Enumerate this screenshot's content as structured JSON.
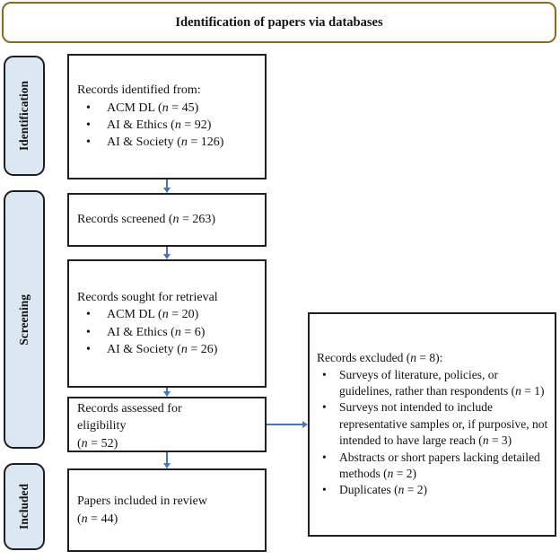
{
  "palette": {
    "accent_blue": "#4472C4",
    "sidebar_fill": "#DBE7F3",
    "banner_border": "#8A6D1C",
    "box_border": "#1F1F1F"
  },
  "banner": {
    "title": "Identification of papers via databases"
  },
  "sidebar": {
    "stages": [
      {
        "label": "Identification"
      },
      {
        "label": "Screening"
      },
      {
        "label": "Included"
      }
    ]
  },
  "flow": {
    "identified": {
      "title": "Records identified from:",
      "items": [
        "ACM DL (n = 45)",
        "AI & Ethics (n = 92)",
        "AI & Society (n = 126)"
      ]
    },
    "screened": {
      "text": "Records screened (n = 263)"
    },
    "sought": {
      "title": "Records sought for retrieval",
      "items": [
        "ACM DL (n = 20)",
        "AI & Ethics (n = 6)",
        "AI & Society (n = 26)"
      ]
    },
    "assessed": {
      "lines": [
        "Records assessed for",
        "eligibility",
        "(n = 52)"
      ]
    },
    "included": {
      "lines": [
        "Papers included in review",
        "(n = 44)"
      ]
    }
  },
  "excluded": {
    "title": "Records excluded (n = 8):",
    "items": [
      "Surveys of literature, policies, or guidelines, rather than respondents (n = 1)",
      "Surveys not intended to include representative samples or, if purposive, not intended to have large reach (n = 3)",
      "Abstracts or short papers lacking detailed methods (n = 2)",
      "Duplicates (n = 2)"
    ]
  }
}
